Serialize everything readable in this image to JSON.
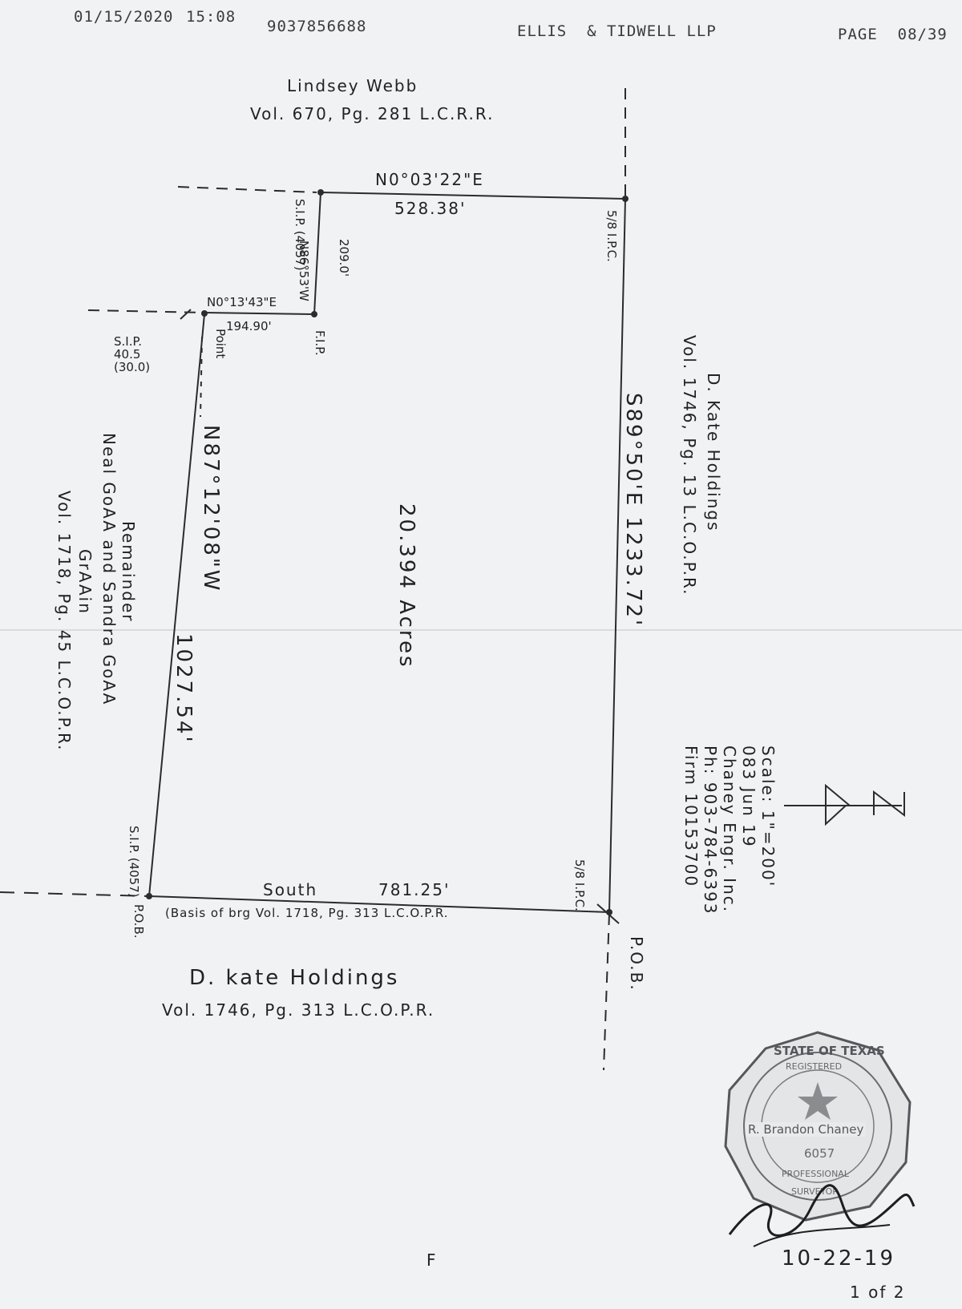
{
  "fax_header": {
    "date": "01/15/2020",
    "time": "15:08",
    "fax_number": "9037856688",
    "sender": "ELLIS  & TIDWELL LLP",
    "page": "PAGE  08/39"
  },
  "adjoiners": {
    "north_name": "Lindsey Webb",
    "north_record": "Vol. 670, Pg. 281 L.C.R.R.",
    "east_name": "D. Kate Holdings",
    "east_record": "Vol. 1746, Pg. 13 L.C.O.P.R.",
    "west_line1": "Remainder",
    "west_line2": "Neal GoAA and Sandra GoAA",
    "west_line3": "GrAAin",
    "west_record": "Vol. 1718, Pg. 45 L.C.O.P.R.",
    "south_name": "D. kate Holdings",
    "south_record": "Vol. 1746, Pg. 313 L.C.O.P.R."
  },
  "calls": {
    "north_bearing": "N0°03'22\"E",
    "north_distance": "528.38'",
    "step_bearing": "N0°13'43\"E",
    "step_distance": "194.90'",
    "jog_bearing": "N86°53'W",
    "jog_distance": "209.0'",
    "east_call": "S89°50'E  1233.72'",
    "west_bearing": "N87°12'08\"W",
    "west_distance": "1027.54'",
    "south_bearing": "South",
    "south_distance": "781.25'",
    "basis": "(Basis of brg Vol. 1718, Pg. 313 L.C.O.P.R."
  },
  "area": "20.394 Acres",
  "corner_labels": {
    "nw_top": "S.I.P. (4057)",
    "ne": "5/8 I.P.C.",
    "step_east": "F.I.P.",
    "step_west": "Point",
    "sip_west": "S.I.P. 40.5 (30.0)",
    "sw": "S.I.P. (4057)",
    "pob_west": "P.O.B.",
    "se": "5/8 I.P.C.",
    "pob_east": "P.O.B."
  },
  "scale_block": {
    "line1": "Scale: 1\"=200'",
    "line2": "083 Jun 19",
    "line3": "Chaney Engr. Inc.",
    "line4": "Ph: 903-784-6393",
    "line5": "Firm 10153700"
  },
  "north_arrow": "N",
  "seal": {
    "top": "STATE OF TEXAS",
    "registered": "REGISTERED",
    "name": "R. Brandon Chaney",
    "number": "6057",
    "profession": "PROFESSIONAL",
    "surveyor": "SURVEYOR"
  },
  "signature_date": "10-22-19",
  "page_mark": "1 of 2",
  "stray_mark": "F"
}
